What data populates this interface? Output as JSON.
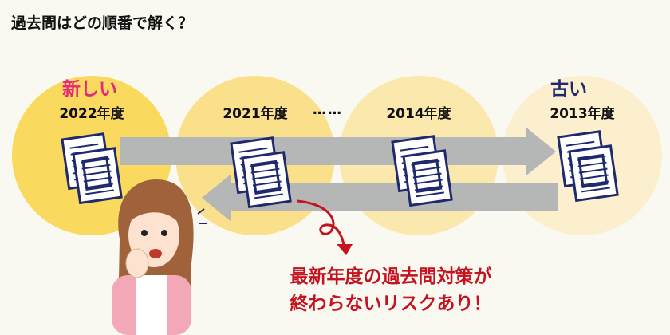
{
  "title": "過去問はどの順番で解く？",
  "labels": {
    "newest": "新しい",
    "oldest": "古い",
    "ellipsis": "……"
  },
  "years": [
    "2022年度",
    "2021年度",
    "2014年度",
    "2013年度"
  ],
  "warning": {
    "line1": "最新年度の過去問対策が",
    "line2": "終わらないリスクあり！"
  },
  "colors": {
    "circles": [
      "#f9d95e",
      "#fae08a",
      "#fbe8ad",
      "#fcefce"
    ],
    "arrow": "#b5b6b6",
    "warning": "#c4121f",
    "newest": "#e4287c",
    "oldest": "#1f2a6e"
  }
}
